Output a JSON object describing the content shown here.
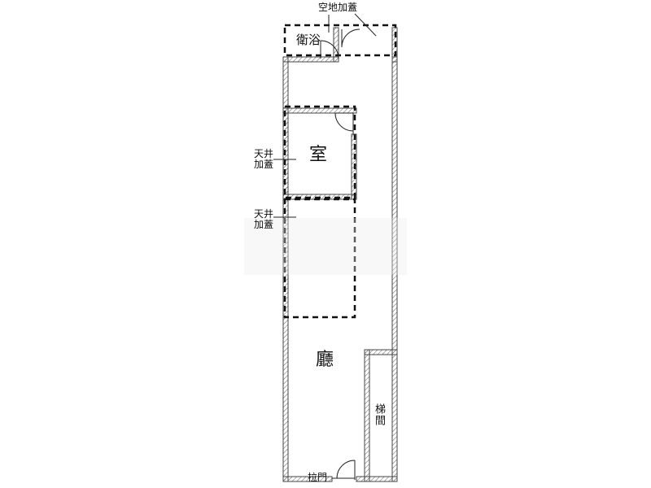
{
  "labels": {
    "open_space_cover": "空地加蓋",
    "bathroom": "衛浴",
    "room": "室",
    "skylight_cover_1": "天井\n加蓋",
    "skylight_cover_2": "天井\n加蓋",
    "living_room": "廳",
    "stairwell": "梯間",
    "sliding_door": "拉門"
  },
  "colors": {
    "wall": "#555555",
    "line": "#111111",
    "hatch": "#888888"
  }
}
